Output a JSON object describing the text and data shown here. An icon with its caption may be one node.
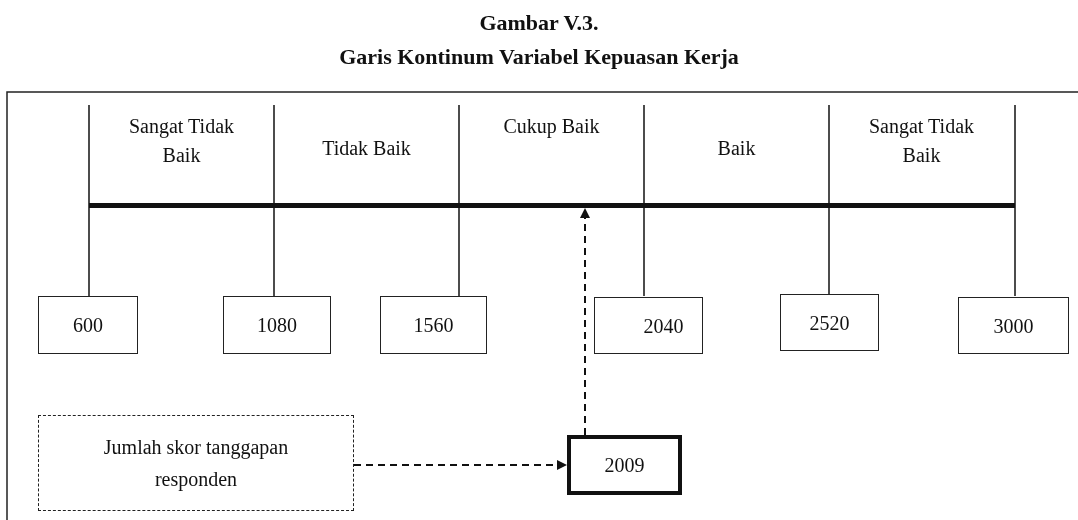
{
  "diagram": {
    "title": "Garis Kontinum Variabel Kepuasan Kerja",
    "nodes": [
      {
        "text": [
          "600"
        ]
      },
      {
        "text": [
          "1080"
        ]
      },
      {
        "text": [
          "1560"
        ]
      },
      {
        "text": [
          "2040"
        ]
      },
      {
        "text": [
          "2520"
        ]
      },
      {
        "text": [
          "3000"
        ]
      },
      {
        "text": [],
        "shape": "bar"
      },
      {
        "text": [
          "Jumlah skor tanggapan responden"
        ]
      },
      {
        "text": [
          "2009"
        ]
      }
    ],
    "edges": [
      {
        "from": 7,
        "to": 8,
        "arrow": "to",
        "style": "dashed"
      },
      {
        "from": 8,
        "to": 6,
        "arrow": "to",
        "style": "dashed"
      }
    ],
    "labels": [
      "Gambar V.3.",
      "Sangat Tidak Baik",
      "Tidak Baik",
      "Cukup Baik",
      "Baik",
      "Sangat Tidak Baik"
    ]
  }
}
